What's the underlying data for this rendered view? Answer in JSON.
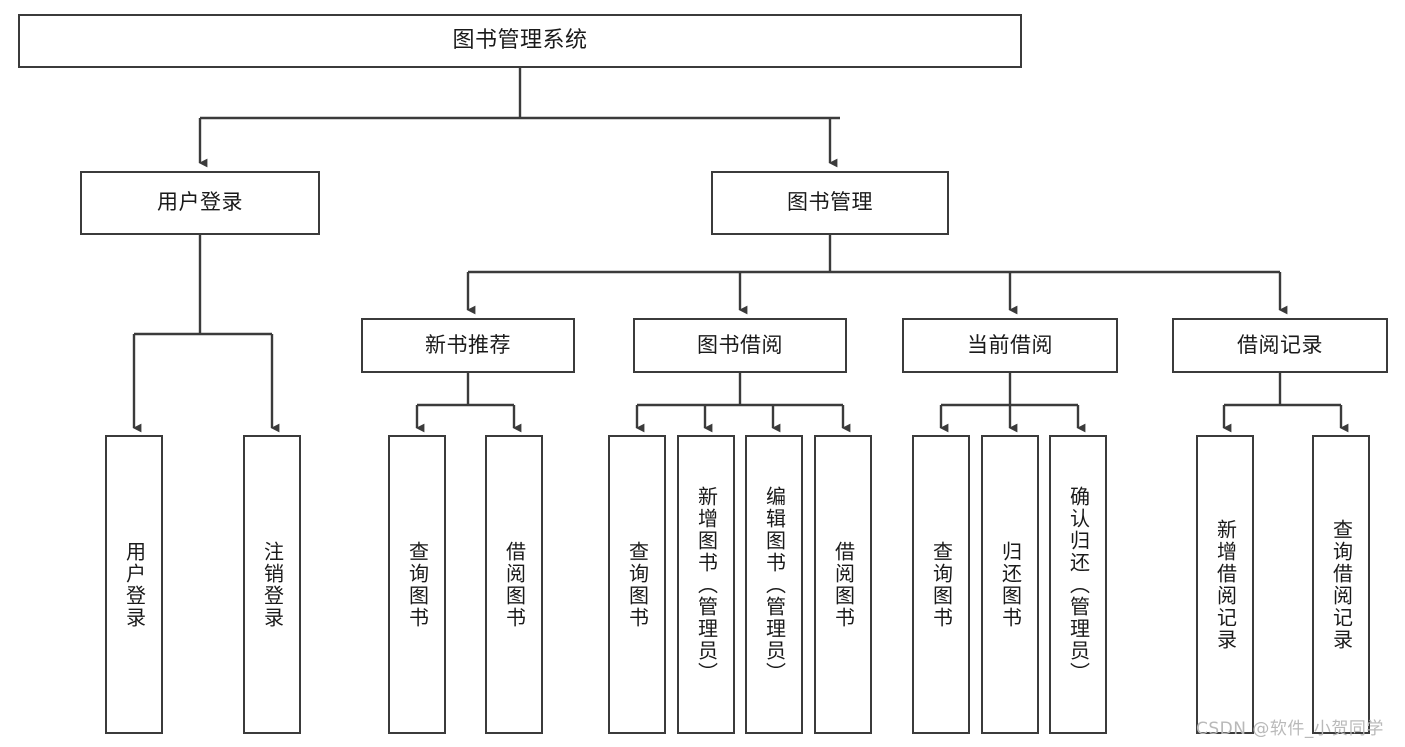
{
  "diagram": {
    "title": "图书管理系统",
    "type": "tree-hierarchy",
    "root": {
      "label": "图书管理系统"
    },
    "level1": [
      {
        "label": "用户登录"
      },
      {
        "label": "图书管理"
      }
    ],
    "level2": [
      {
        "label": "新书推荐",
        "parent": "图书管理"
      },
      {
        "label": "图书借阅",
        "parent": "图书管理"
      },
      {
        "label": "当前借阅",
        "parent": "图书管理"
      },
      {
        "label": "借阅记录",
        "parent": "图书管理"
      }
    ],
    "leaves": {
      "user_login": [
        {
          "label": "用户登录"
        },
        {
          "label": "注销登录"
        }
      ],
      "new_book_recommend": [
        {
          "label": "查询图书"
        },
        {
          "label": "借阅图书"
        }
      ],
      "book_borrow": [
        {
          "label": "查询图书"
        },
        {
          "label": "新增图书（管理员）"
        },
        {
          "label": "编辑图书（管理员）"
        },
        {
          "label": "借阅图书"
        }
      ],
      "current_borrow": [
        {
          "label": "查询图书"
        },
        {
          "label": "归还图书"
        },
        {
          "label": "确认归还（管理员）"
        }
      ],
      "borrow_record": [
        {
          "label": "新增借阅记录"
        },
        {
          "label": "查询借阅记录"
        }
      ]
    }
  },
  "watermark": {
    "text": "CSDN @软件_小贺同学"
  },
  "colors": {
    "border": "#3b3b3b",
    "background": "#ffffff",
    "text": "#1a1a1a",
    "watermark": "#b9b9b9"
  }
}
